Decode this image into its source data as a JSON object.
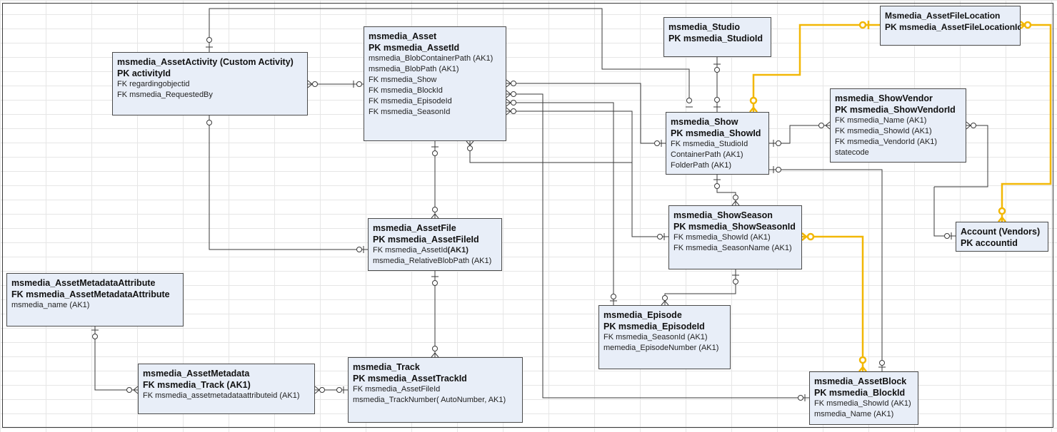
{
  "entities": {
    "asset_activity": {
      "title": "msmedia_AssetActivity (Custom Activity)",
      "key": "PK activityId",
      "fields": [
        "FK regardingobjectid",
        "FK msmedia_RequestedBy"
      ]
    },
    "asset": {
      "title": "msmedia_Asset",
      "key": "PK msmedia_AssetId",
      "fields": [
        "msmedia_BlobContainerPath (AK1)",
        "msmedia_BlobPath (AK1)",
        "FK msmedia_Show",
        "FK msmedia_BlockId",
        "FK msmedia_EpisodeId",
        "FK msmedia_SeasonId"
      ]
    },
    "studio": {
      "title": "msmedia_Studio",
      "key": "PK msmedia_StudioId",
      "fields": []
    },
    "file_location": {
      "title": "Msmedia_AssetFileLocation",
      "key": "PK msmedia_AssetFileLocationId",
      "fields": []
    },
    "show": {
      "title": "msmedia_Show",
      "key": "PK msmedia_ShowId",
      "fields": [
        "FK msmedia_StudioId",
        "ContainerPath (AK1)",
        "FolderPath (AK1)"
      ]
    },
    "show_vendor": {
      "title": "msmedia_ShowVendor",
      "key": "PK msmedia_ShowVendorId",
      "fields": [
        "FK msmedia_Name (AK1)",
        "FK msmedia_ShowId (AK1)",
        "FK msmedia_VendorId (AK1)",
        "statecode"
      ]
    },
    "show_season": {
      "title": "msmedia_ShowSeason",
      "key": "PK msmedia_ShowSeasonId",
      "fields": [
        "FK msmedia_ShowId (AK1)",
        "FK msmedia_SeasonName (AK1)"
      ]
    },
    "account": {
      "title": "Account (Vendors)",
      "key": "PK accountid",
      "fields": []
    },
    "asset_file": {
      "title": "msmedia_AssetFile",
      "key": "PK msmedia_AssetFileId",
      "fk_prefix": "FK msmedia_AssetId",
      "fk_bold": "(AK1)",
      "fields": [
        "msmedia_RelativeBlobPath (AK1)"
      ]
    },
    "metadata_attribute": {
      "title": "msmedia_AssetMetadataAttribute",
      "key": "FK msmedia_AssetMetadataAttribute",
      "fields": [
        "msmedia_name (AK1)"
      ]
    },
    "episode": {
      "title": "msmedia_Episode",
      "key": "PK msmedia_EpisodeId",
      "fields": [
        "FK msmedia_SeasonId (AK1)",
        "memedia_EpisodeNumber (AK1)"
      ]
    },
    "asset_metadata": {
      "title": "msmedia_AssetMetadata",
      "key": "FK msmedia_Track (AK1)",
      "fields": [
        "FK msmedia_assetmetadataattributeid (AK1)"
      ]
    },
    "track": {
      "title": "msmedia_Track",
      "key": "PK msmedia_AssetTrackId",
      "fields": [
        "FK msmedia_AssetFileId",
        "msmedia_TrackNumber( AutoNumber, AK1)"
      ]
    },
    "asset_block": {
      "title": "msmedia_AssetBlock",
      "key": "PK msmedia_BlockId",
      "fields": [
        "FK msmedia_ShowId (AK1)",
        "msmedia_Name (AK1)"
      ]
    }
  },
  "colors": {
    "line": "#3a3a3a",
    "highlight": "#f2b705",
    "entity_fill": "#e8eef8"
  }
}
